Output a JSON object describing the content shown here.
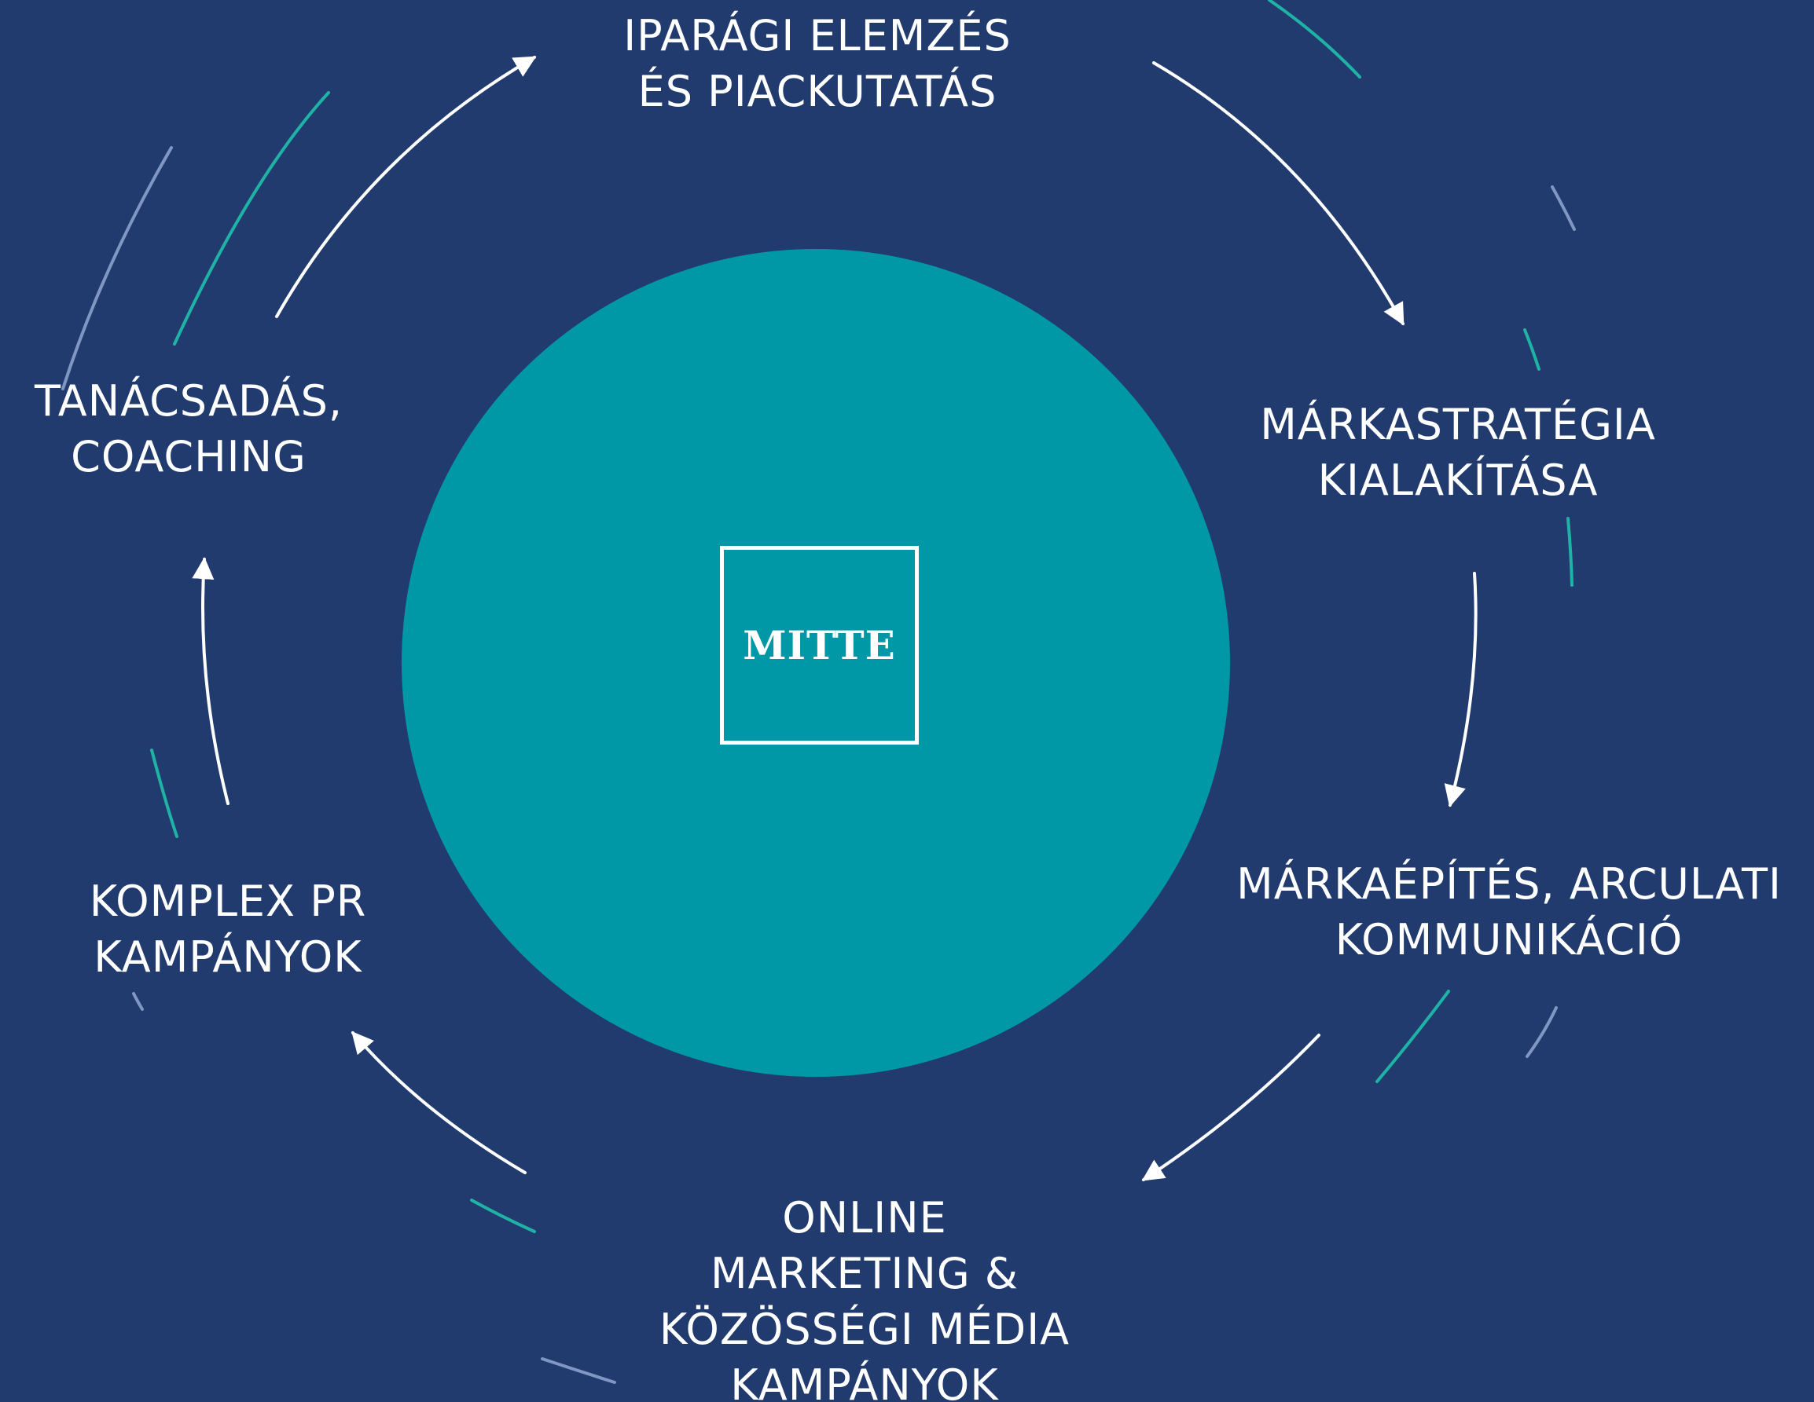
{
  "logo": {
    "text": "MITTE"
  },
  "steps": [
    {
      "lines": [
        "IPARÁGI ELEMZÉS",
        "ÉS PIACKUTATÁS"
      ]
    },
    {
      "lines": [
        "MÁRKASTRATÉGIA",
        "KIALAKÍTÁSA"
      ]
    },
    {
      "lines": [
        "MÁRKAÉPÍTÉS, ARCULATI",
        "KOMMUNIKÁCIÓ"
      ]
    },
    {
      "lines": [
        "ONLINE",
        "MARKETING &",
        "KÖZÖSSÉGI MÉDIA",
        "KAMPÁNYOK"
      ]
    },
    {
      "lines": [
        "KOMPLEX PR",
        "KAMPÁNYOK"
      ]
    },
    {
      "lines": [
        "TANÁCSADÁS,",
        "COACHING"
      ]
    }
  ],
  "colors": {
    "background": "#213b6f",
    "center_circle": "#0097a7",
    "arrow": "#ffffff",
    "accent_teal": "#1fb3a6",
    "accent_grey": "#7f97c2"
  },
  "arrow_icon": "arrow-clockwise"
}
